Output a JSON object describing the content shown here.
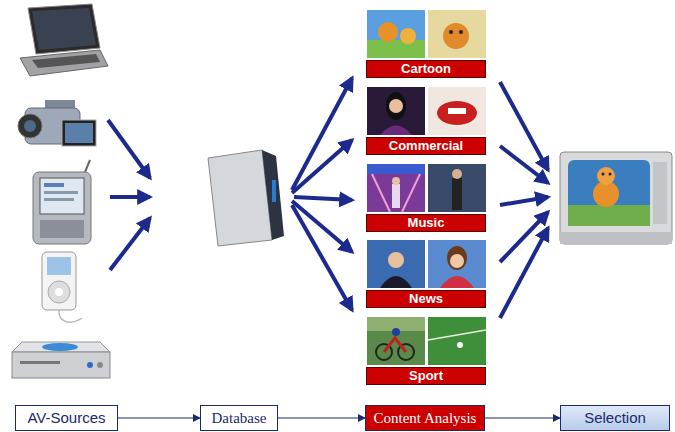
{
  "diagram": {
    "nodes": [
      {
        "text": [
          "Cartoon"
        ]
      },
      {
        "text": [
          "Commercial"
        ]
      },
      {
        "text": [
          "Music"
        ]
      },
      {
        "text": [
          "News"
        ]
      },
      {
        "text": [
          "Sport"
        ]
      },
      {
        "text": [
          "AV-Sources"
        ]
      },
      {
        "text": [
          "Database"
        ]
      },
      {
        "text": [
          "Content Analysis"
        ]
      },
      {
        "text": [
          "Selection"
        ]
      }
    ],
    "edges": [
      {
        "from": 5,
        "to": 6,
        "arrow": "to"
      },
      {
        "from": 6,
        "to": 7,
        "arrow": "to"
      },
      {
        "from": 7,
        "to": 8,
        "arrow": "to"
      }
    ]
  }
}
